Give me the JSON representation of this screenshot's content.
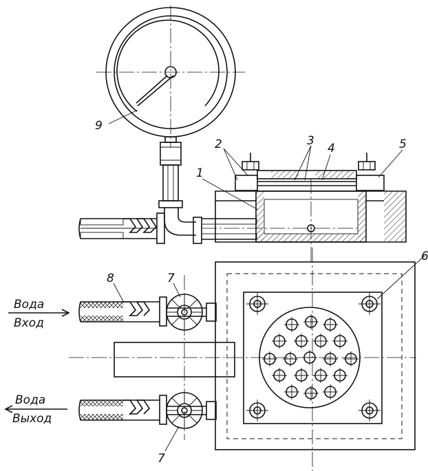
{
  "labels": {
    "n1": "1",
    "n2": "2",
    "n3": "3",
    "n4": "4",
    "n5": "5",
    "n6": "6",
    "n7_top": "7",
    "n7_bottom": "7",
    "n8": "8",
    "n9": "9"
  },
  "inlet": {
    "line1": "Вода",
    "line2": "Вход"
  },
  "outlet": {
    "line1": "Вода",
    "line2": "Выход"
  }
}
